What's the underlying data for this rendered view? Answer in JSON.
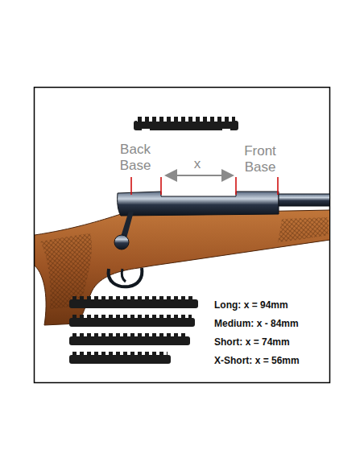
{
  "diagram": {
    "labels": [
      "Back Base",
      "x",
      "Front Base",
      "Long: x = 94mm",
      "Medium: x - 84mm",
      "Short: x = 74mm",
      "X-Short: x = 56mm"
    ]
  }
}
